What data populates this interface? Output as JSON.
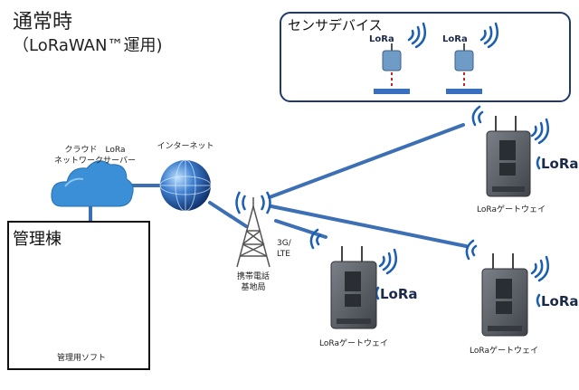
{
  "title": {
    "line1": "通常時",
    "line2": "（LoRaWAN™運用)"
  },
  "sensor_group": {
    "title": "センサデバイス",
    "lora_label": "LoRa"
  },
  "cloud": {
    "label_line1": "クラウド　LoRa",
    "label_line2": "ネットワークサーバー"
  },
  "internet": {
    "label": "インターネット"
  },
  "tower": {
    "label_line1": "携帯電話",
    "label_line2": "基地局",
    "link_line1": "3G/",
    "link_line2": "LTE"
  },
  "management": {
    "title": "管理棟",
    "software_label": "管理用ソフト"
  },
  "gateways": [
    {
      "label": "LoRaゲートウェイ",
      "logo": "LoRa"
    },
    {
      "label": "LoRaゲートウェイ",
      "logo": "LoRa"
    },
    {
      "label": "LoRaゲートウェイ",
      "logo": "LoRa"
    }
  ],
  "colors": {
    "link": "#3d6fb5",
    "border_sensor": "#1f3a68",
    "cloud": "#3a8fd6",
    "gateway_body": "#5a5f66"
  }
}
